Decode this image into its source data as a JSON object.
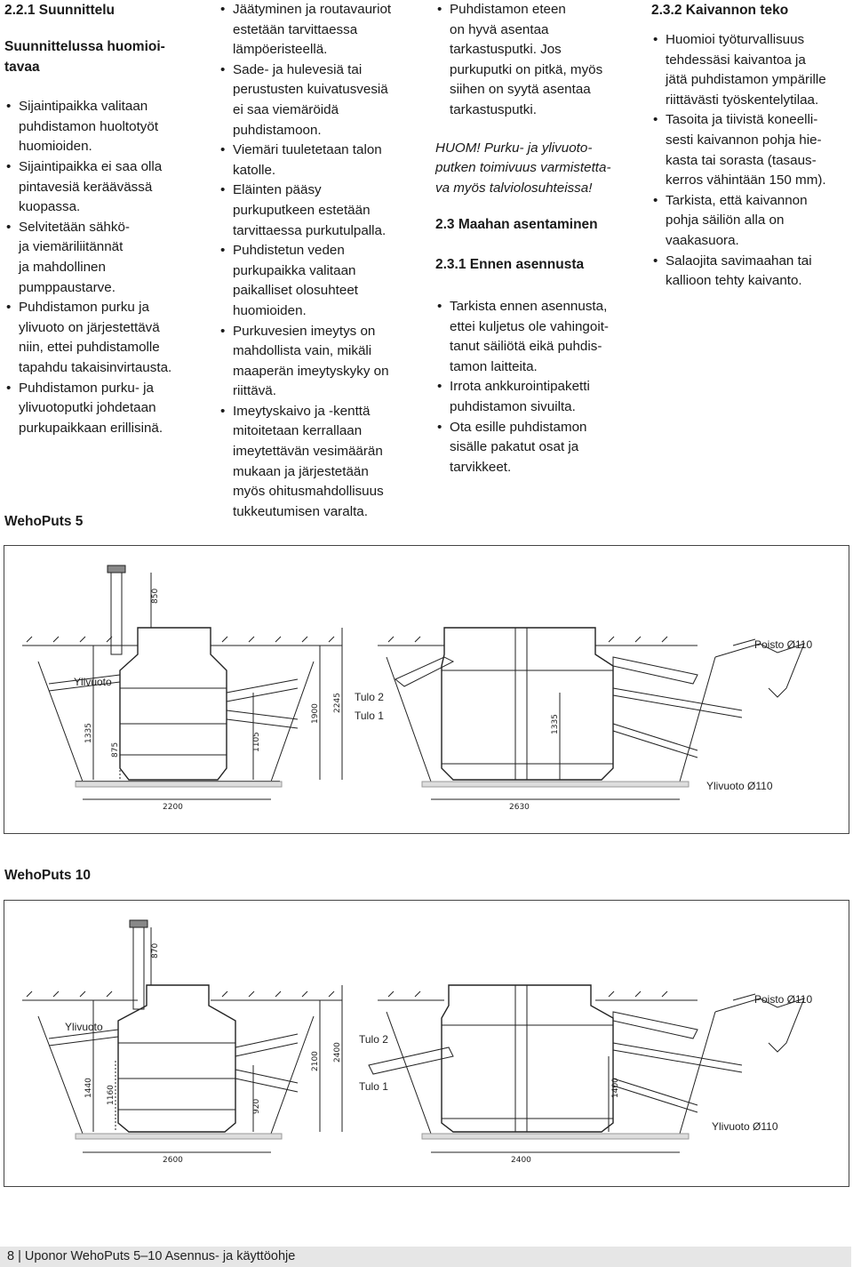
{
  "col1": {
    "section_heading": "2.2.1 Suunnittelu",
    "subheading": "Suunnittelussa huomioi-tavaa",
    "bullets": [
      "Sijaintipaikka valitaan puhdistamon huoltotyöt huomioiden.",
      "Sijaintipaikka ei saa olla pintavesiä keräävässä kuopassa.",
      "Selvitetään sähkö- ja viemäriliitännät ja mahdollinen pumppaustarve.",
      "Puhdistamon purku ja ylivuoto on järjestettävä niin, ettei puhdistamolle tapahdu takaisinvirtausta.",
      "Puhdistamon purku- ja ylivuotoputki johdetaan purkupaikkaan erillisinä."
    ]
  },
  "col2": {
    "bullets": [
      "Jäätyminen ja routavauriot estetään tarvittaessa lämpöeristeellä.",
      "Sade- ja hulevesiä tai perustusten kuivatusvesiä ei saa viemäröidä puhdistamoon.",
      "Viemäri tuuletetaan talon katolle.",
      "Eläinten pääsy purkuputkeen estetään tarvittaessa purkutulpalla.",
      "Puhdistetun veden purkupaikka valitaan paikalliset olosuhteet huomioiden.",
      "Purkuvesien imeytys on mahdollista vain, mikäli maaperän imeytyskyky on riittävä.",
      "Imeytyskaivo ja -kenttä mitoitetaan kerrallaan imeytettävän vesimäärän mukaan ja järjestetään myös ohitusmahdollisuus tukkeutumisen varalta."
    ]
  },
  "col3": {
    "bullets_top": [
      "Puhdistamon eteen on hyvä asentaa tarkastusputki. Jos purkuputki on pitkä, myös siihen on syytä asentaa tarkastusputki."
    ],
    "note": "HUOM! Purku- ja ylivuoto-putken toimivuus varmistetta-va myös talviolosuhteissa!",
    "heading_23": "2.3 Maahan asentaminen",
    "heading_231": "2.3.1 Ennen asennusta",
    "bullets_bottom": [
      "Tarkista ennen asennusta, ettei kuljetus ole vahingoit-tanut säiliötä eikä puhdis-tamon laitteita.",
      "Irrota ankkurointipaketti puhdistamon sivuilta.",
      "Ota esille puhdistamon sisälle pakatut osat ja tarvikkeet."
    ]
  },
  "col4": {
    "heading": "2.3.2 Kaivannon teko",
    "bullets": [
      "Huomioi työturvallisuus tehdessäsi kaivantoa ja jätä puhdistamon ympärille riittävästi työskentelytilaa.",
      "Tasoita ja tiivistä koneelli-sesti kaivannon pohja hie-kasta tai sorasta (tasaus-kerros vähintään 150 mm).",
      "Tarkista, että kaivannon pohja säiliön alla on vaakasuora.",
      "Salaojita savimaahan tai kallioon tehty kaivanto."
    ]
  },
  "figure1": {
    "product": "WehoPuts 5",
    "labels": {
      "ylivuoto": "Ylivuoto",
      "tulo2": "Tulo 2",
      "tulo1": "Tulo 1",
      "poisto": "Poisto Ø110",
      "ylivuoto110": "Ylivuoto Ø110"
    },
    "dims": {
      "d850": "850",
      "d1335a": "1335",
      "d875": "875",
      "d1105": "1105",
      "d1900": "1900",
      "d2245": "2245",
      "d1335b": "1335",
      "d2200": "2200",
      "d2630": "2630"
    }
  },
  "figure2": {
    "product": "WehoPuts 10",
    "labels": {
      "ylivuoto": "Ylivuoto",
      "tulo2": "Tulo 2",
      "tulo1": "Tulo 1",
      "poisto": "Poisto Ø110",
      "ylivuoto110": "Ylivuoto Ø110"
    },
    "dims": {
      "d870": "870",
      "d1440": "1440",
      "d1160": "1160",
      "d920": "920",
      "d2100": "2100",
      "d2400a": "2400",
      "d1400": "1400",
      "d2600": "2600",
      "d2400b": "2400"
    }
  },
  "footer": {
    "text": "8 | Uponor WehoPuts 5–10 Asennus- ja käyttöohje"
  }
}
